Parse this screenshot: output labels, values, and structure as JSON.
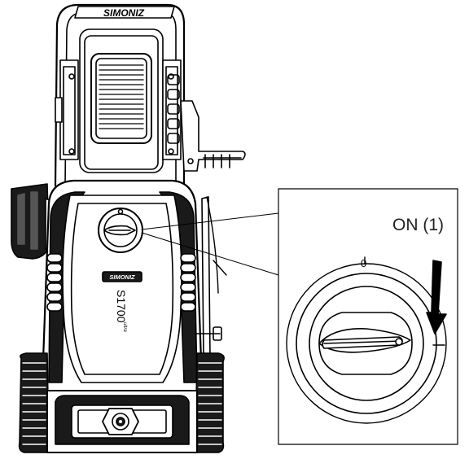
{
  "product": {
    "brand_name": "SIMONIZ",
    "model_number": "S1700",
    "model_suffix": "ultra"
  },
  "callout": {
    "state_label": "ON (1)",
    "off_position_mark": "0"
  },
  "colors": {
    "line": "#000000",
    "dark_fill": "#1a1a1a",
    "mid_fill": "#555555",
    "light_fill": "#ffffff"
  }
}
